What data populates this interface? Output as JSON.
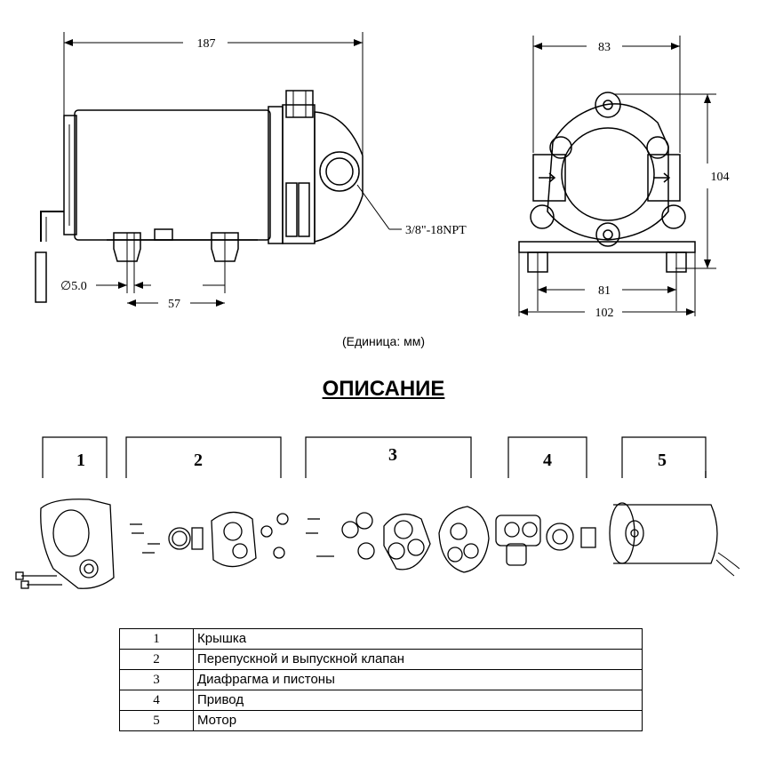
{
  "dimensions": {
    "side_length": "187",
    "hole_diameter": "∅5.0",
    "mount_spacing": "57",
    "port_thread": "3/8\"-18NPT",
    "front_width": "83",
    "front_height": "104",
    "base_inner": "81",
    "base_outer": "102"
  },
  "unit_note": "(Единица: мм)",
  "section_title": "ОПИСАНИЕ",
  "group_numbers": [
    "1",
    "2",
    "3",
    "4",
    "5"
  ],
  "parts": [
    {
      "num": "1",
      "name": "Крышка"
    },
    {
      "num": "2",
      "name": "Перепускной и выпускной клапан"
    },
    {
      "num": "3",
      "name": "Диафрагма и пистоны"
    },
    {
      "num": "4",
      "name": "Привод"
    },
    {
      "num": "5",
      "name": "Мотор"
    }
  ]
}
